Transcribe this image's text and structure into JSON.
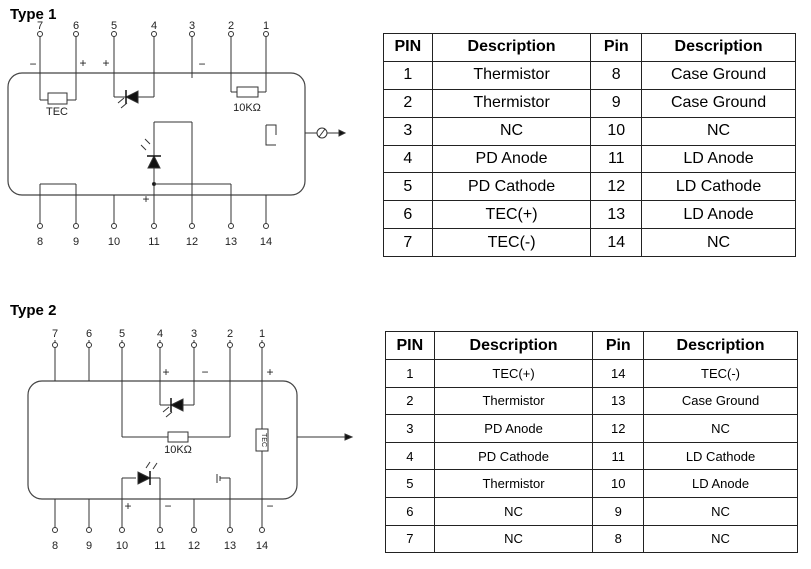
{
  "type1": {
    "title": "Type 1",
    "header": {
      "pin": "PIN",
      "description": "Description",
      "pin2": "Pin",
      "description2": "Description"
    },
    "rows": [
      {
        "pin": "1",
        "desc": "Thermistor",
        "pin2": "8",
        "desc2": "Case Ground"
      },
      {
        "pin": "2",
        "desc": "Thermistor",
        "pin2": "9",
        "desc2": "Case Ground"
      },
      {
        "pin": "3",
        "desc": "NC",
        "pin2": "10",
        "desc2": "NC"
      },
      {
        "pin": "4",
        "desc": "PD Anode",
        "pin2": "11",
        "desc2": "LD Anode"
      },
      {
        "pin": "5",
        "desc": "PD Cathode",
        "pin2": "12",
        "desc2": "LD Cathode"
      },
      {
        "pin": "6",
        "desc": "TEC(+)",
        "pin2": "13",
        "desc2": "LD Anode"
      },
      {
        "pin": "7",
        "desc": "TEC(-)",
        "pin2": "14",
        "desc2": "NC"
      }
    ],
    "diagram": {
      "top_pins": [
        "7",
        "6",
        "5",
        "4",
        "3",
        "2",
        "1"
      ],
      "bottom_pins": [
        "8",
        "9",
        "10",
        "11",
        "12",
        "13",
        "14"
      ],
      "tec_label": "TEC",
      "resistor_label": "10KΩ",
      "polarity_plus": "+",
      "polarity_minus": "−"
    }
  },
  "type2": {
    "title": "Type 2",
    "header": {
      "pin": "PIN",
      "description": "Description",
      "pin2": "Pin",
      "description2": "Description"
    },
    "rows": [
      {
        "pin": "1",
        "desc": "TEC(+)",
        "pin2": "14",
        "desc2": "TEC(-)"
      },
      {
        "pin": "2",
        "desc": "Thermistor",
        "pin2": "13",
        "desc2": "Case Ground"
      },
      {
        "pin": "3",
        "desc": "PD Anode",
        "pin2": "12",
        "desc2": "NC"
      },
      {
        "pin": "4",
        "desc": "PD Cathode",
        "pin2": "11",
        "desc2": "LD Cathode"
      },
      {
        "pin": "5",
        "desc": "Thermistor",
        "pin2": "10",
        "desc2": "LD Anode"
      },
      {
        "pin": "6",
        "desc": "NC",
        "pin2": "9",
        "desc2": "NC"
      },
      {
        "pin": "7",
        "desc": "NC",
        "pin2": "8",
        "desc2": "NC"
      }
    ],
    "diagram": {
      "top_pins": [
        "7",
        "6",
        "5",
        "4",
        "3",
        "2",
        "1"
      ],
      "bottom_pins": [
        "8",
        "9",
        "10",
        "11",
        "12",
        "13",
        "14"
      ],
      "tec_label": "TEC",
      "resistor_label": "10KΩ",
      "polarity_plus": "+",
      "polarity_minus": "−"
    }
  }
}
